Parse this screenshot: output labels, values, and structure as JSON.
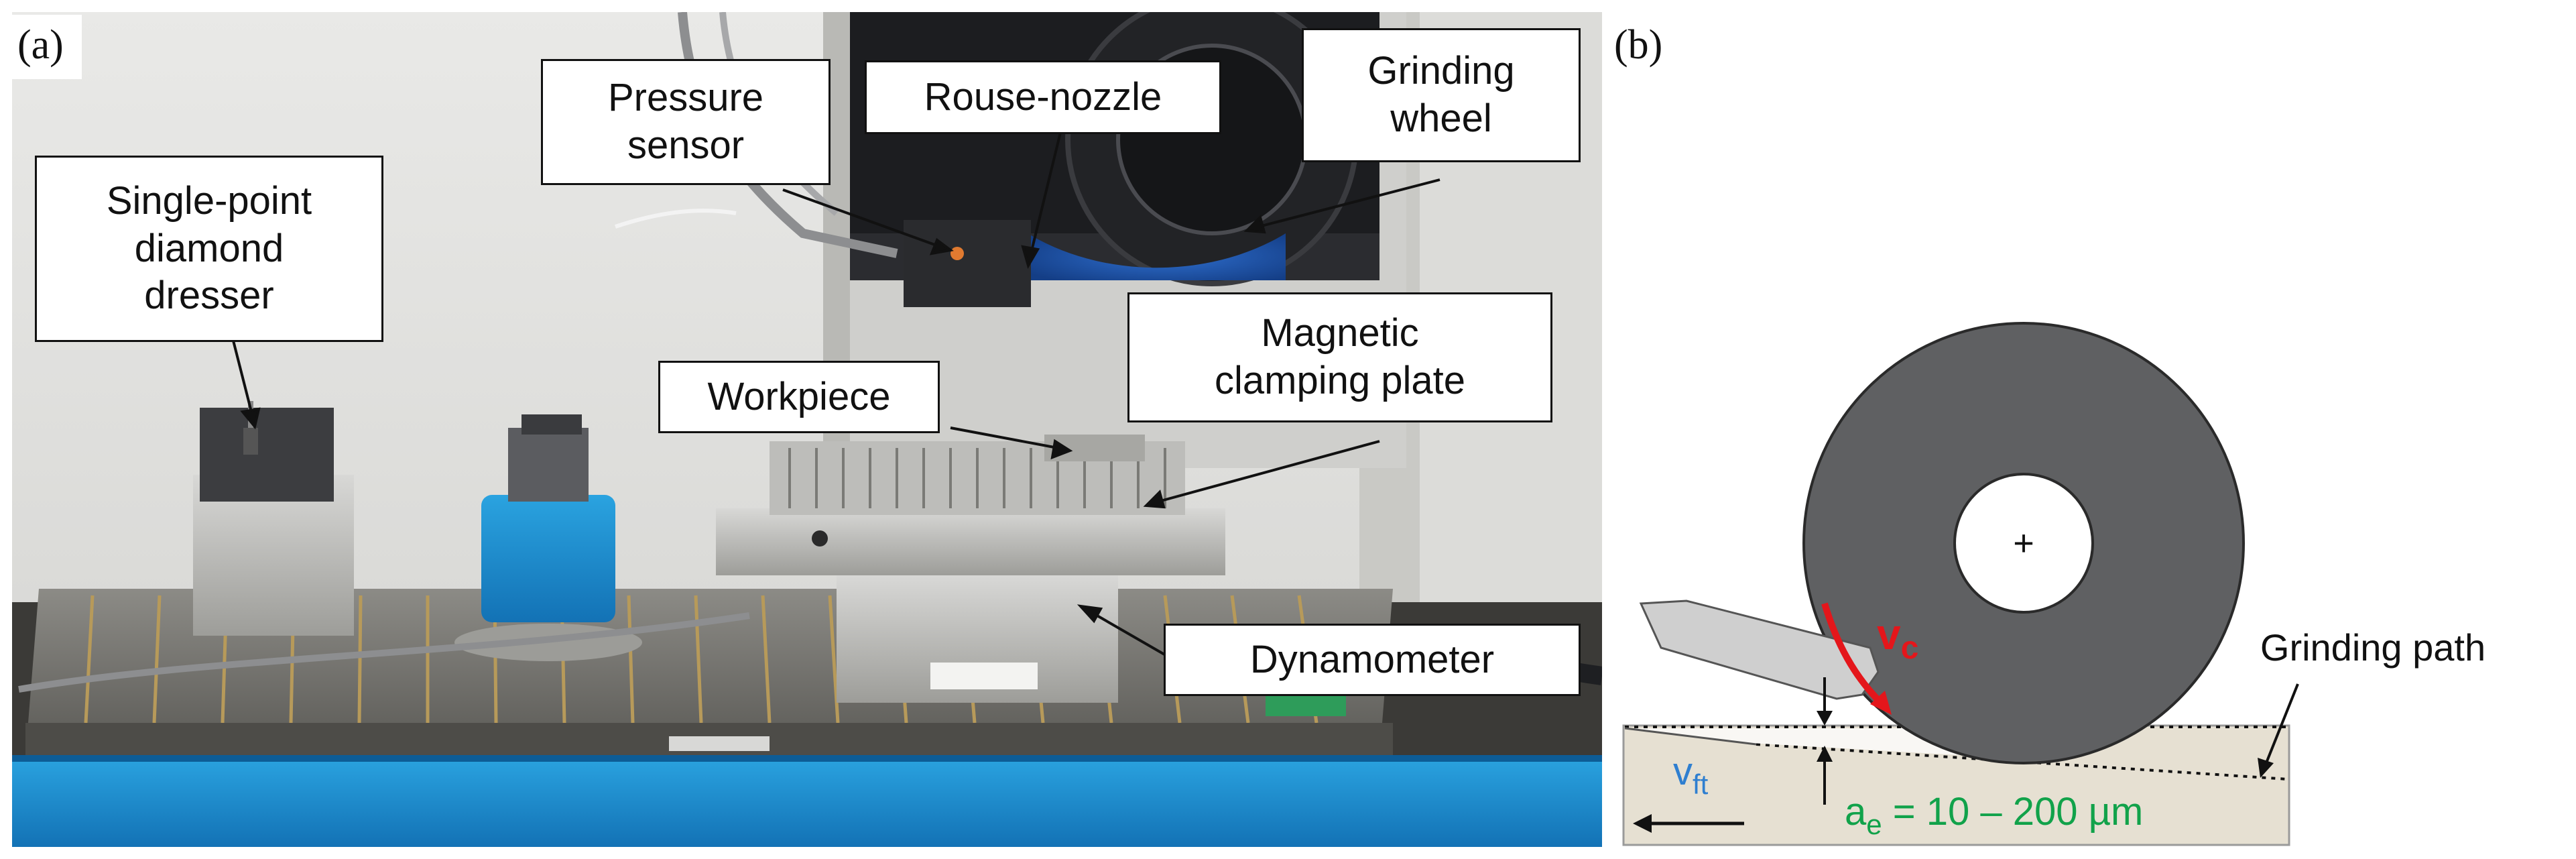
{
  "panel_a": {
    "letter": "(a)",
    "callouts": {
      "pressure_sensor": "Pressure\nsensor",
      "rouse_nozzle": "Rouse-nozzle",
      "grinding_wheel": "Grinding\nwheel",
      "diamond_dresser": "Single-point\ndiamond\ndresser",
      "workpiece": "Workpiece",
      "magnetic_plate": "Magnetic\nclamping plate",
      "dynamometer": "Dynamometer"
    }
  },
  "panel_b": {
    "letter": "(b)",
    "vc_label": "v",
    "vc_sub": "c",
    "vft_label": "v",
    "vft_sub": "ft",
    "ae_label": "a",
    "ae_sub": "e",
    "ae_value": " = 10 – 200 µm",
    "grinding_path": "Grinding path",
    "center_mark": "+"
  },
  "colors": {
    "wheel": "#5f6062",
    "workpiece": "#e6e0d2",
    "vc_arrow": "#e4161b",
    "vft_text": "#2f7fd0",
    "ae_text": "#11a24a",
    "machine_blue": "#1a8fd0"
  }
}
